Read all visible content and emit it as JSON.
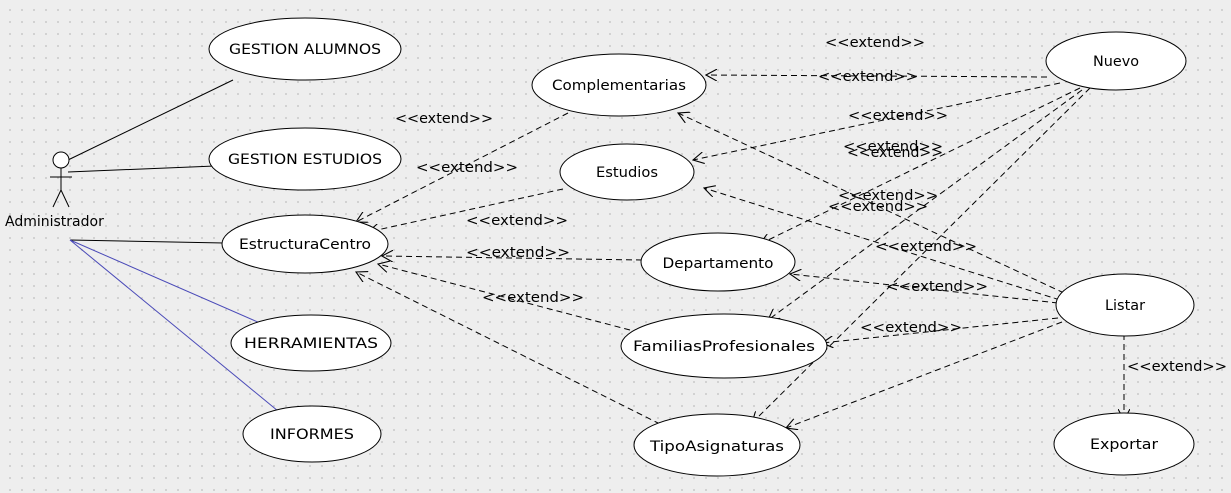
{
  "actor": {
    "name": "Administrador"
  },
  "use_cases": {
    "gestion_alumnos": "GESTION ALUMNOS",
    "gestion_estudios": "GESTION ESTUDIOS",
    "estructura_centro": "EstructuraCentro",
    "herramientas": "HERRAMIENTAS",
    "informes": "INFORMES",
    "complementarias": "Complementarias",
    "estudios": "Estudios",
    "departamento": "Departamento",
    "familias_profesionales": "FamiliasProfesionales",
    "tipo_asignaturas": "TipoAsignaturas",
    "nuevo": "Nuevo",
    "listar": "Listar",
    "exportar": "Exportar"
  },
  "relations": {
    "extend": "<<extend>>"
  },
  "colors": {
    "background": "#eeeeee",
    "dots": "#c4c4c4",
    "line": "#000000",
    "blue_line": "#4a4ab8",
    "ellipse_fill": "#ffffff"
  }
}
